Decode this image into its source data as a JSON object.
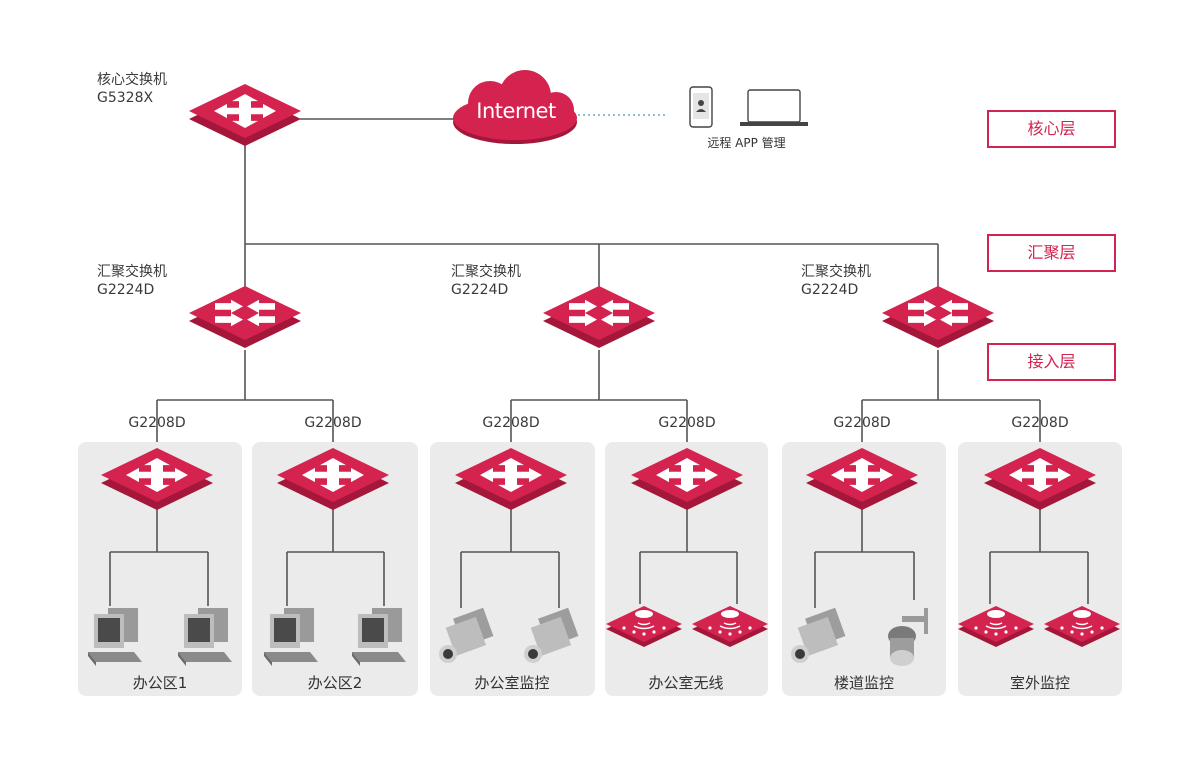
{
  "core": {
    "switch_title": "核心交换机",
    "switch_model": "G5328X",
    "internet": "Internet",
    "remote_label": "远程 APP 管理"
  },
  "aggregation": [
    {
      "title": "汇聚交换机",
      "model": "G2224D"
    },
    {
      "title": "汇聚交换机",
      "model": "G2224D"
    },
    {
      "title": "汇聚交换机",
      "model": "G2224D"
    }
  ],
  "access": [
    {
      "model": "G2208D",
      "zone": "办公区1",
      "devices": "pc"
    },
    {
      "model": "G2208D",
      "zone": "办公区2",
      "devices": "pc"
    },
    {
      "model": "G2208D",
      "zone": "办公室监控",
      "devices": "camera"
    },
    {
      "model": "G2208D",
      "zone": "办公室无线",
      "devices": "ap"
    },
    {
      "model": "G2208D",
      "zone": "楼道监控",
      "devices": "camera-dome"
    },
    {
      "model": "G2208D",
      "zone": "室外监控",
      "devices": "ap"
    }
  ],
  "layers": {
    "core": "核心层",
    "aggregation": "汇聚层",
    "access": "接入层"
  },
  "colors": {
    "switch": "#d4234f",
    "switch_dark": "#a5173a",
    "line": "#555555",
    "zone_bg": "#ebebeb",
    "dotted": "#6aa9c9"
  },
  "icons": {
    "core_switch": "four-way-arrow-switch-icon",
    "aggregation_switch": "converge-arrow-switch-icon",
    "access_switch": "four-way-arrow-switch-icon",
    "pc": "desktop-computer-icon",
    "camera": "bullet-camera-icon",
    "dome": "dome-camera-icon",
    "ap": "wireless-access-point-icon",
    "phone": "smartphone-icon",
    "laptop": "laptop-icon",
    "cloud": "cloud-icon"
  }
}
